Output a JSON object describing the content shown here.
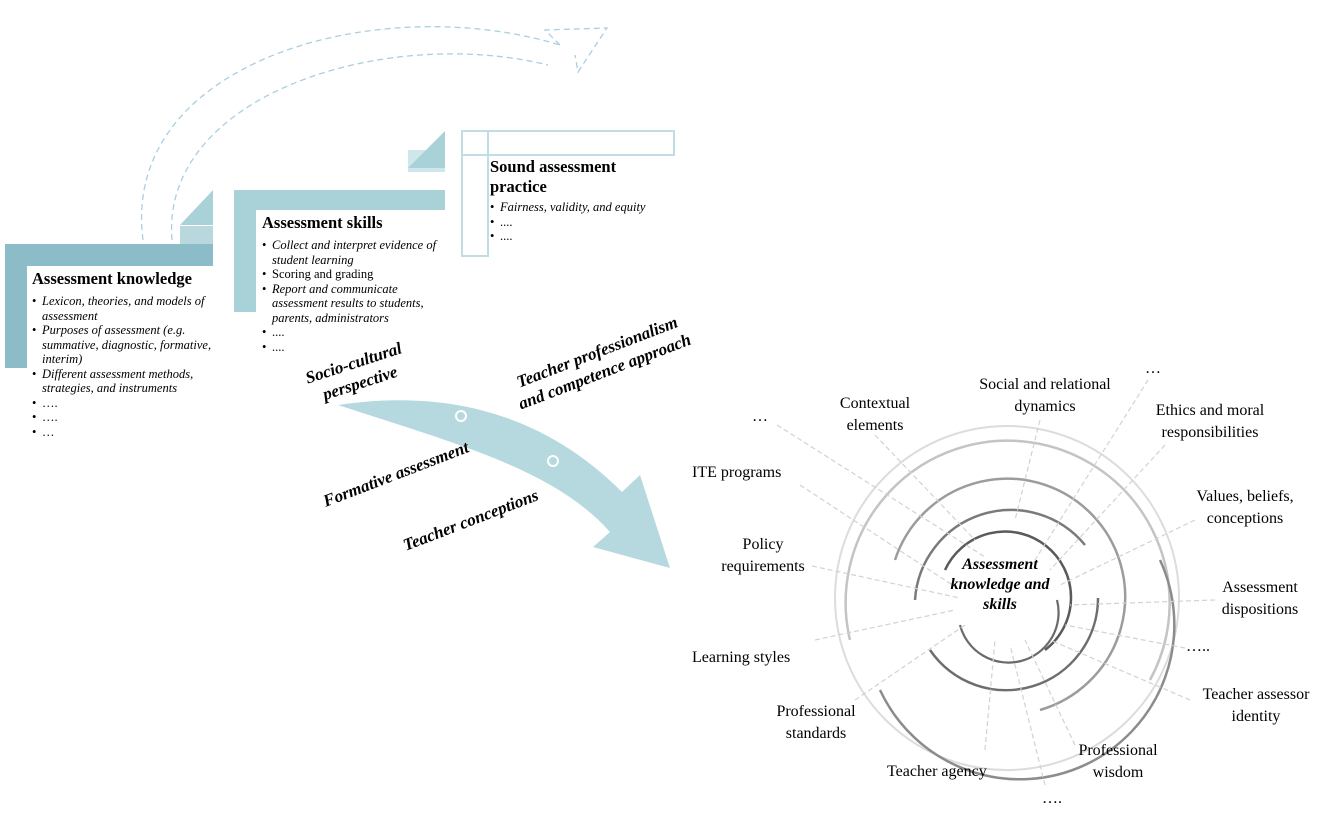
{
  "steps": {
    "knowledge": {
      "title": "Assessment knowledge",
      "items": [
        {
          "text": "Lexicon, theories, and models of assessment",
          "italic": true
        },
        {
          "text": "Purposes of assessment (e.g. summative, diagnostic, formative, interim)",
          "italic": true
        },
        {
          "text": "Different assessment methods, strategies, and instruments",
          "italic": true
        },
        {
          "text": "….",
          "italic": false
        },
        {
          "text": "….",
          "italic": false
        },
        {
          "text": "…",
          "italic": false
        }
      ]
    },
    "skills": {
      "title": "Assessment skills",
      "items": [
        {
          "text": "Collect and interpret evidence of student learning",
          "italic": true
        },
        {
          "text": "Scoring and grading",
          "italic": false
        },
        {
          "text": "Report and communicate assessment results to students, parents, administrators",
          "italic": true
        },
        {
          "text": "....",
          "italic": false
        },
        {
          "text": "....",
          "italic": false
        }
      ]
    },
    "practice": {
      "title": "Sound assessment practice",
      "items": [
        {
          "text": "Fairness, validity, and equity",
          "italic": true
        },
        {
          "text": "....",
          "italic": false
        },
        {
          "text": "....",
          "italic": false
        }
      ]
    }
  },
  "perspectives": {
    "socio_cultural": "Socio-cultural perspective",
    "teacher_professionalism": "Teacher professionalism and competence approach",
    "formative_assessment": "Formative assessment",
    "teacher_conceptions": "Teacher conceptions"
  },
  "center": "Assessment knowledge and skills",
  "factors": {
    "dots_top_left": "…",
    "contextual_elements": "Contextual elements",
    "social_relational": "Social and relational dynamics",
    "dots_top_right": "…",
    "ethics": "Ethics and moral responsibilities",
    "values": "Values, beliefs, conceptions",
    "ite_programs": "ITE programs",
    "policy": "Policy requirements",
    "dispositions": "Assessment dispositions",
    "dots_right": "…..",
    "learning_styles": "Learning styles",
    "assessor_identity": "Teacher assessor identity",
    "professional_standards": "Professional standards",
    "professional_wisdom": "Professional wisdom",
    "teacher_agency": "Teacher agency",
    "dots_bottom": "…."
  },
  "colors": {
    "step_dark": "#8bbcc7",
    "step_mid": "#a9d1d8",
    "step_light": "#cfe6ea",
    "arrow": "#b5d9de",
    "ring_dark": "#6e6e6e",
    "ring_light": "#d9d9d9"
  }
}
